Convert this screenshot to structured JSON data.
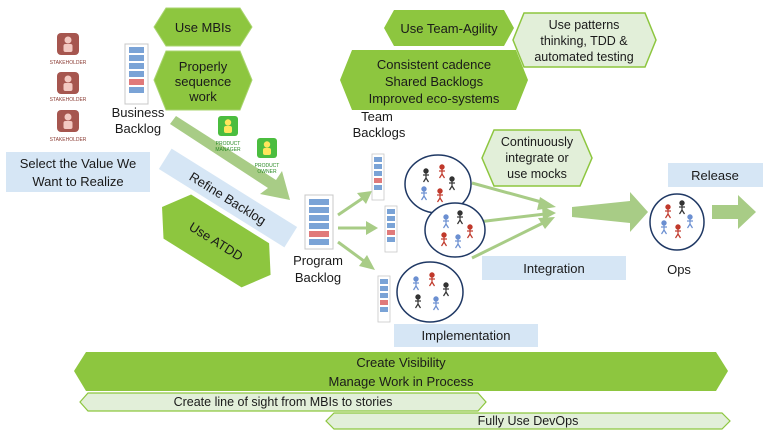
{
  "colors": {
    "green_dark": "#8dc63f",
    "green_light": "#e2efd9",
    "green_border": "#7fb344",
    "blue_light": "#d6e6f5",
    "stakeholder": "#a6564f",
    "owner_green": "#4bbd3f",
    "arrow": "#a8cc86"
  },
  "labels": {
    "use_mbis": "Use MBIs",
    "sequence_1": "Properly",
    "sequence_2": "sequence",
    "sequence_3": "work",
    "team_agility": "Use Team-Agility",
    "patterns_1": "Use patterns",
    "patterns_2": "thinking, TDD &",
    "patterns_3": "automated testing",
    "cadence_1": "Consistent cadence",
    "cadence_2": "Shared Backlogs",
    "cadence_3": "Improved eco-systems",
    "stakeholder": "STAKEHOLDER",
    "business_backlog_1": "Business",
    "business_backlog_2": "Backlog",
    "product_manager_1": "PRODUCT",
    "product_manager_2": "MANAGER",
    "product_owner_1": "PRODUCT",
    "product_owner_2": "OWNER",
    "team_backlogs_1": "Team",
    "team_backlogs_2": "Backlogs",
    "integrate_1": "Continuously",
    "integrate_2": "integrate or",
    "integrate_3": "use mocks",
    "select_value_1": "Select the Value We",
    "select_value_2": "Want to Realize",
    "refine_backlog": "Refine Backlog",
    "use_atdd": "Use ATDD",
    "program_backlog_1": "Program",
    "program_backlog_2": "Backlog",
    "release": "Release",
    "integration": "Integration",
    "ops": "Ops",
    "implementation": "Implementation",
    "visibility_1": "Create Visibility",
    "visibility_2": "Manage Work in Process",
    "line_of_sight": "Create line of sight from MBIs to stories",
    "devops": "Fully Use DevOps"
  }
}
